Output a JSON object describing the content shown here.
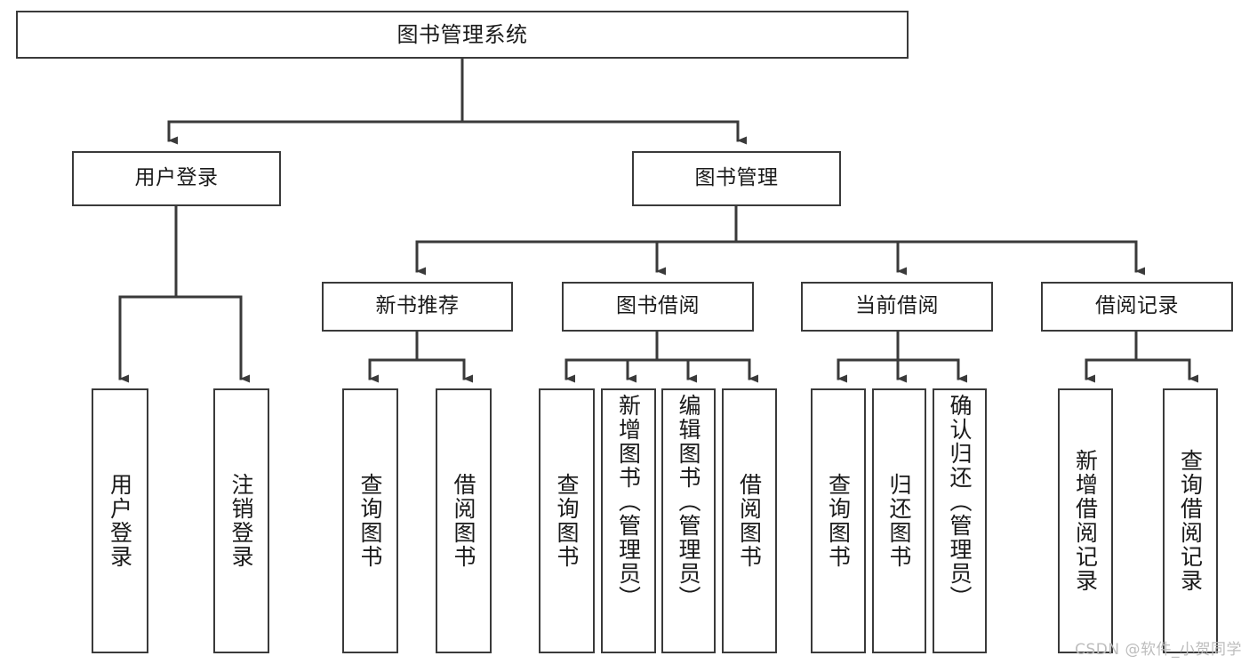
{
  "diagram": {
    "title": "图书管理系统",
    "type": "tree",
    "stroke_color": "#3a3a3a",
    "fill_color": "#ffffff",
    "text_color": "#1a1a1a",
    "nodes": {
      "root": {
        "label": "图书管理系统"
      },
      "level1": [
        {
          "id": "user-login",
          "label": "用户登录"
        },
        {
          "id": "book-manage",
          "label": "图书管理"
        }
      ],
      "level2": [
        {
          "id": "new-book-recommend",
          "label": "新书推荐"
        },
        {
          "id": "book-borrow",
          "label": "图书借阅"
        },
        {
          "id": "current-borrow",
          "label": "当前借阅"
        },
        {
          "id": "borrow-record",
          "label": "借阅记录"
        }
      ],
      "leaves": {
        "user-login": [
          {
            "id": "leaf-user-login",
            "label": "用户登录"
          },
          {
            "id": "leaf-logout",
            "label": "注销登录"
          }
        ],
        "new-book-recommend": [
          {
            "id": "leaf-query-book-1",
            "label": "查询图书"
          },
          {
            "id": "leaf-borrow-book-1",
            "label": "借阅图书"
          }
        ],
        "book-borrow": [
          {
            "id": "leaf-query-book-2",
            "label": "查询图书"
          },
          {
            "id": "leaf-add-book",
            "label": "新增图书（管理员）"
          },
          {
            "id": "leaf-edit-book",
            "label": "编辑图书（管理员）"
          },
          {
            "id": "leaf-borrow-book-2",
            "label": "借阅图书"
          }
        ],
        "current-borrow": [
          {
            "id": "leaf-query-book-3",
            "label": "查询图书"
          },
          {
            "id": "leaf-return-book",
            "label": "归还图书"
          },
          {
            "id": "leaf-confirm-return",
            "label": "确认归还（管理员）"
          }
        ],
        "borrow-record": [
          {
            "id": "leaf-add-record",
            "label": "新增借阅记录"
          },
          {
            "id": "leaf-query-record",
            "label": "查询借阅记录"
          }
        ]
      }
    }
  },
  "watermark": {
    "text": "CSDN @软件_小贺同学",
    "color": "#bdbdbd"
  }
}
